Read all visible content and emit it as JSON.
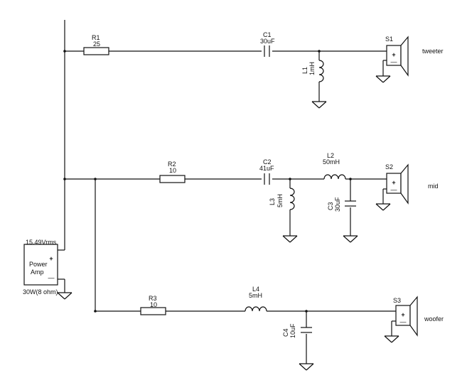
{
  "amp": {
    "voltage": "15.49Vrms",
    "label_line1": "Power",
    "label_line2": "Amp",
    "rating": "30W(8 ohm)",
    "plus": "+",
    "minus": "—"
  },
  "components": {
    "R1": {
      "name": "R1",
      "value": "25"
    },
    "C1": {
      "name": "C1",
      "value": "30uF"
    },
    "L1": {
      "name": "L1",
      "value": "1mH"
    },
    "S1": {
      "name": "S1",
      "label": "tweeter"
    },
    "R2": {
      "name": "R2",
      "value": "10"
    },
    "C2": {
      "name": "C2",
      "value": "41uF"
    },
    "L2": {
      "name": "L2",
      "value": "50mH"
    },
    "L3": {
      "name": "L3",
      "value": "5mH"
    },
    "C3": {
      "name": "C3",
      "value": "30uF"
    },
    "S2": {
      "name": "S2",
      "label": "mid"
    },
    "R3": {
      "name": "R3",
      "value": "10"
    },
    "L4": {
      "name": "L4",
      "value": "5mH"
    },
    "C4": {
      "name": "C4",
      "value": "10uF"
    },
    "S3": {
      "name": "S3",
      "label": "woofer"
    }
  },
  "speaker_symbols": {
    "plus": "+",
    "minus": "—"
  }
}
